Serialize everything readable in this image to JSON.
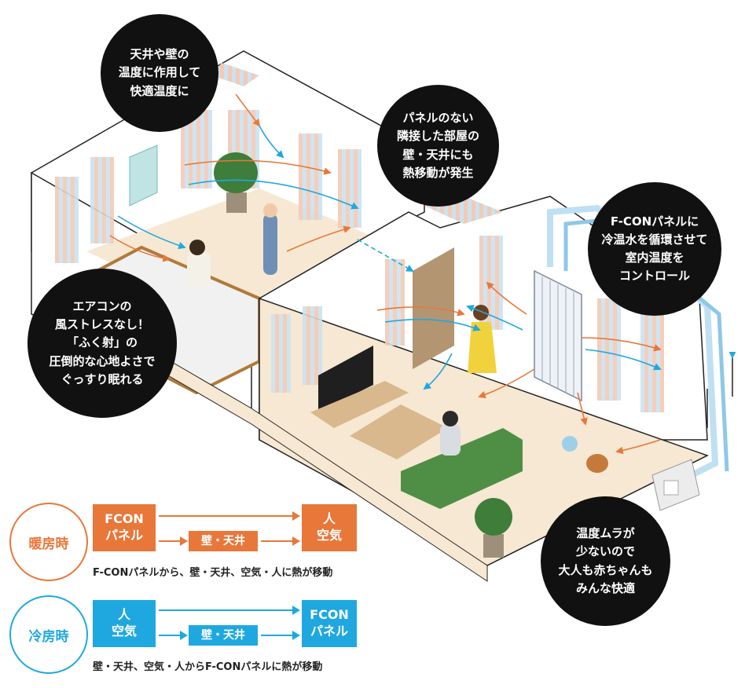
{
  "bubbles": {
    "ceiling": "天井や壁の\n温度に作用して\n快適温度に",
    "adjacent": "パネルのない\n隣接した部屋の\n壁・天井にも\n熱移動が発生",
    "fcon": "F-CONパネルに\n冷温水を循環させて\n室内温度を\nコントロール",
    "aircon": "エアコンの\n風ストレスなし！\n「ふく射」の\n圧倒的な心地よさで\nぐっすり眠れる",
    "unevenness": "温度ムラが\n少ないので\n大人も赤ちゃんも\nみんな快適"
  },
  "legend": {
    "heating": {
      "label": "暖房時",
      "color": "#e8773a",
      "source": "FCON\nパネル",
      "middle": "壁・天井",
      "target": "人\n空気",
      "caption": "F-CONパネルから、壁・天井、空気・人に熱が移動"
    },
    "cooling": {
      "label": "冷房時",
      "color": "#1fa8e0",
      "source": "人\n空気",
      "middle": "壁・天井",
      "target": "FCON\nパネル",
      "caption": "壁・天井、空気・人からF-CONパネルに熱が移動"
    }
  }
}
